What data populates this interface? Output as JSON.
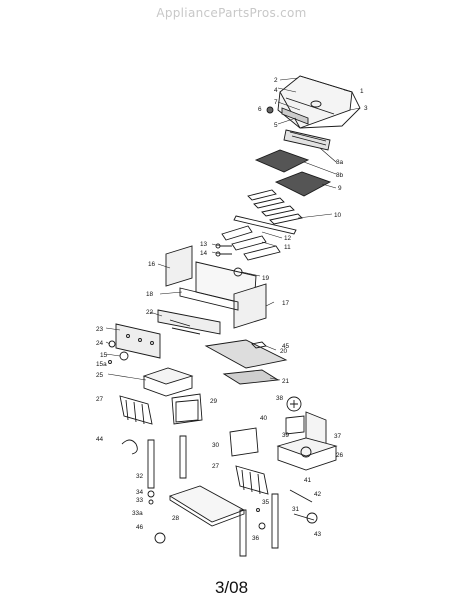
{
  "watermark": "AppliancePartsPros.com",
  "footer": "3/08",
  "callouts": [
    "1",
    "2",
    "3",
    "4",
    "5",
    "6",
    "7",
    "8a",
    "8b",
    "9",
    "10",
    "11",
    "12",
    "13",
    "14",
    "15",
    "15a",
    "16",
    "17",
    "18",
    "19",
    "20",
    "21",
    "22",
    "23",
    "24",
    "25",
    "26",
    "27",
    "27",
    "28",
    "29",
    "30",
    "31",
    "32",
    "33",
    "33a",
    "34",
    "35",
    "36",
    "37",
    "38",
    "39",
    "40",
    "41",
    "42",
    "43",
    "44",
    "45",
    "46"
  ]
}
